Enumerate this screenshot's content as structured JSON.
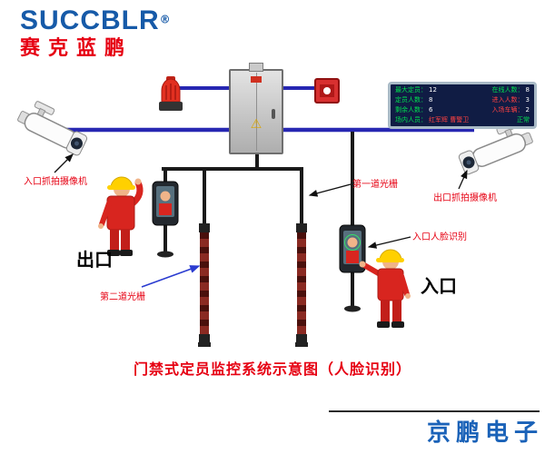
{
  "logo": {
    "brand": "SUCCBLR",
    "reg": "®",
    "name": "赛克蓝鹏"
  },
  "display_board": {
    "rows": [
      {
        "l1": "最大定员：",
        "v1": "12",
        "l2": "在线人数：",
        "v2": "8"
      },
      {
        "l1": "定员人数：",
        "v1": "8",
        "l2": "进入人数：",
        "v2": "3"
      },
      {
        "l1": "剩余人数：",
        "v1": "6",
        "l2": "入场车辆：",
        "v2": "2"
      },
      {
        "l1": "场内人员：",
        "v1": "红军辉 曹警卫",
        "l2": "",
        "v2": "正常"
      }
    ]
  },
  "labels": {
    "entrance_camera": "入口抓拍摄像机",
    "exit_camera": "出口抓拍摄像机",
    "first_light_barrier": "第一道光栅",
    "second_light_barrier": "第二道光栅",
    "entrance_face_recognition": "入口人脸识别",
    "exit": "出口",
    "entrance": "入口"
  },
  "cabinet": {
    "warning_icon": "⚠"
  },
  "title": "门禁式定员监控系统示意图（人脸识别）",
  "footer": {
    "company": "京鹏电子"
  },
  "colors": {
    "brand_blue": "#165aa8",
    "accent_red": "#e60012",
    "bus_line_blue": "#2727b2",
    "structure_black": "#1a1a1a",
    "screen_bg": "#101c44",
    "screen_green": "#00e050",
    "screen_red": "#ff4242",
    "company_blue": "#1a62b8"
  }
}
